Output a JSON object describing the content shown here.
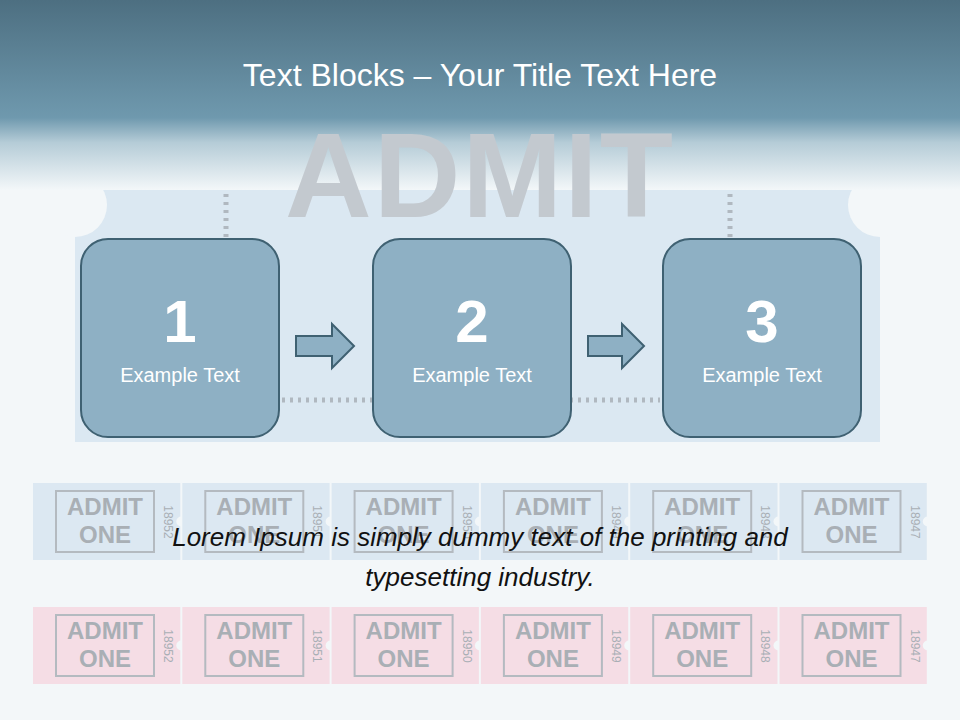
{
  "diagram": {
    "title": "Text Blocks – Your Title Text Here",
    "caption": "Lorem Ipsum is simply dummy text of the printing and typesetting industry.",
    "nodes": [
      {
        "text": [
          "1",
          "Example Text"
        ]
      },
      {
        "text": [
          "2",
          "Example Text"
        ]
      },
      {
        "text": [
          "3",
          "Example Text"
        ]
      }
    ],
    "edges": [
      {
        "from": 0,
        "to": 1,
        "arrow": "to"
      },
      {
        "from": 1,
        "to": 2,
        "arrow": "to"
      }
    ],
    "labels": [
      "ADMIT",
      "ADMIT ONE",
      "18952",
      "ADMIT ONE",
      "18951",
      "ADMIT ONE",
      "18950",
      "ADMIT ONE",
      "18949",
      "ADMIT ONE",
      "18948",
      "ADMIT ONE",
      "18947",
      "ADMIT ONE",
      "18952",
      "ADMIT ONE",
      "18951",
      "ADMIT ONE",
      "18950",
      "ADMIT ONE",
      "18949",
      "ADMIT ONE",
      "18948",
      "ADMIT ONE",
      "18947"
    ]
  }
}
